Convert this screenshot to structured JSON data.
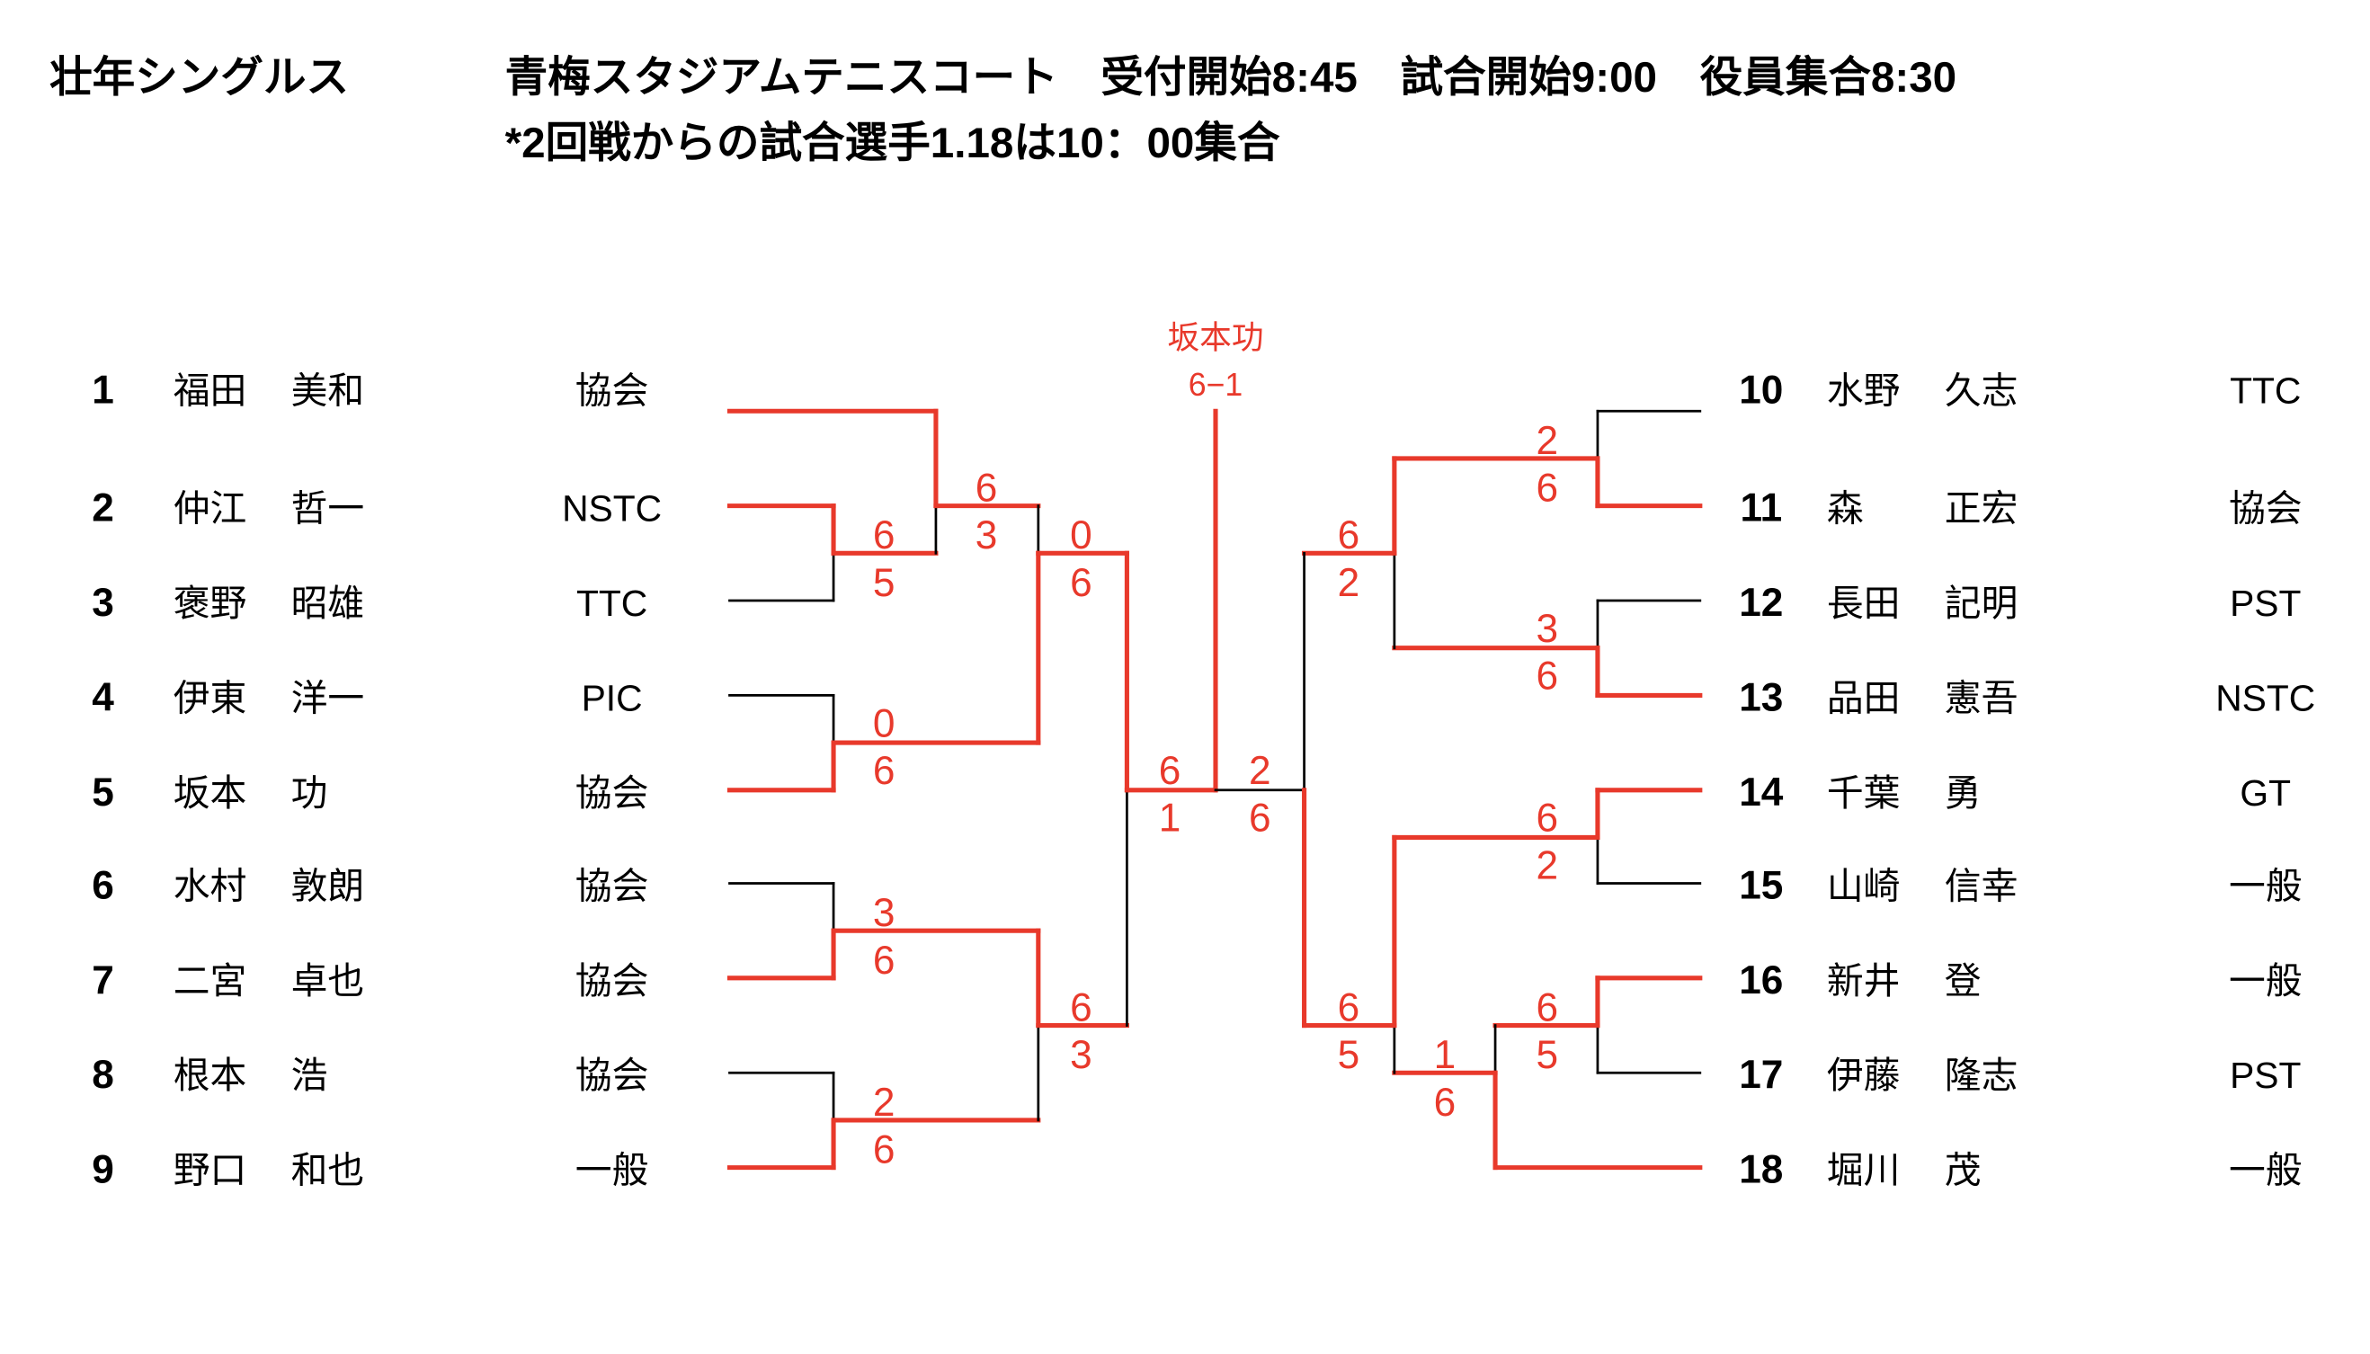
{
  "header": {
    "event_title": "壮年シングルス",
    "info_line": "青梅スタジアムテニスコート　受付開始8:45　試合開始9:00　役員集合8:30",
    "note_line": "*2回戦からの試合選手1.18は10：00集合"
  },
  "champion": {
    "name": "坂本功",
    "score": "6−1"
  },
  "colors": {
    "winner_line": "#e8392b",
    "loser_line": "#000000",
    "score": "#e8392b"
  },
  "players_left": [
    {
      "no": "1",
      "family": "福田",
      "given": "美和",
      "club": "協会"
    },
    {
      "no": "2",
      "family": "仲江",
      "given": "哲一",
      "club": "NSTC"
    },
    {
      "no": "3",
      "family": "褒野",
      "given": "昭雄",
      "club": "TTC"
    },
    {
      "no": "4",
      "family": "伊東",
      "given": "洋一",
      "club": "PIC"
    },
    {
      "no": "5",
      "family": "坂本",
      "given": "功",
      "club": "協会"
    },
    {
      "no": "6",
      "family": "水村",
      "given": "敦朗",
      "club": "協会"
    },
    {
      "no": "7",
      "family": "二宮",
      "given": "卓也",
      "club": "協会"
    },
    {
      "no": "8",
      "family": "根本",
      "given": "浩",
      "club": "協会"
    },
    {
      "no": "9",
      "family": "野口",
      "given": "和也",
      "club": "一般"
    }
  ],
  "players_right": [
    {
      "no": "10",
      "family": "水野",
      "given": "久志",
      "club": "TTC"
    },
    {
      "no": "11",
      "family": "森",
      "given": "正宏",
      "club": "協会"
    },
    {
      "no": "12",
      "family": "長田",
      "given": "記明",
      "club": "PST"
    },
    {
      "no": "13",
      "family": "品田",
      "given": "憲吾",
      "club": "NSTC"
    },
    {
      "no": "14",
      "family": "千葉",
      "given": "勇",
      "club": "GT"
    },
    {
      "no": "15",
      "family": "山崎",
      "given": "信幸",
      "club": "一般"
    },
    {
      "no": "16",
      "family": "新井",
      "given": "登",
      "club": "一般"
    },
    {
      "no": "17",
      "family": "伊藤",
      "given": "隆志",
      "club": "PST"
    },
    {
      "no": "18",
      "family": "堀川",
      "given": "茂",
      "club": "一般"
    }
  ],
  "matches": [
    {
      "top": "6",
      "bottom": "5"
    },
    {
      "top": "6",
      "bottom": "3"
    },
    {
      "top": "0",
      "bottom": "6"
    },
    {
      "top": "0",
      "bottom": "6"
    },
    {
      "top": "3",
      "bottom": "6"
    },
    {
      "top": "2",
      "bottom": "6"
    },
    {
      "top": "6",
      "bottom": "3"
    },
    {
      "top": "6",
      "bottom": "1"
    },
    {
      "top": "2",
      "bottom": "6"
    },
    {
      "top": "2",
      "bottom": "6"
    },
    {
      "top": "3",
      "bottom": "6"
    },
    {
      "top": "6",
      "bottom": "2"
    },
    {
      "top": "6",
      "bottom": "2"
    },
    {
      "top": "6",
      "bottom": "5"
    },
    {
      "top": "1",
      "bottom": "6"
    },
    {
      "top": "6",
      "bottom": "5"
    }
  ]
}
